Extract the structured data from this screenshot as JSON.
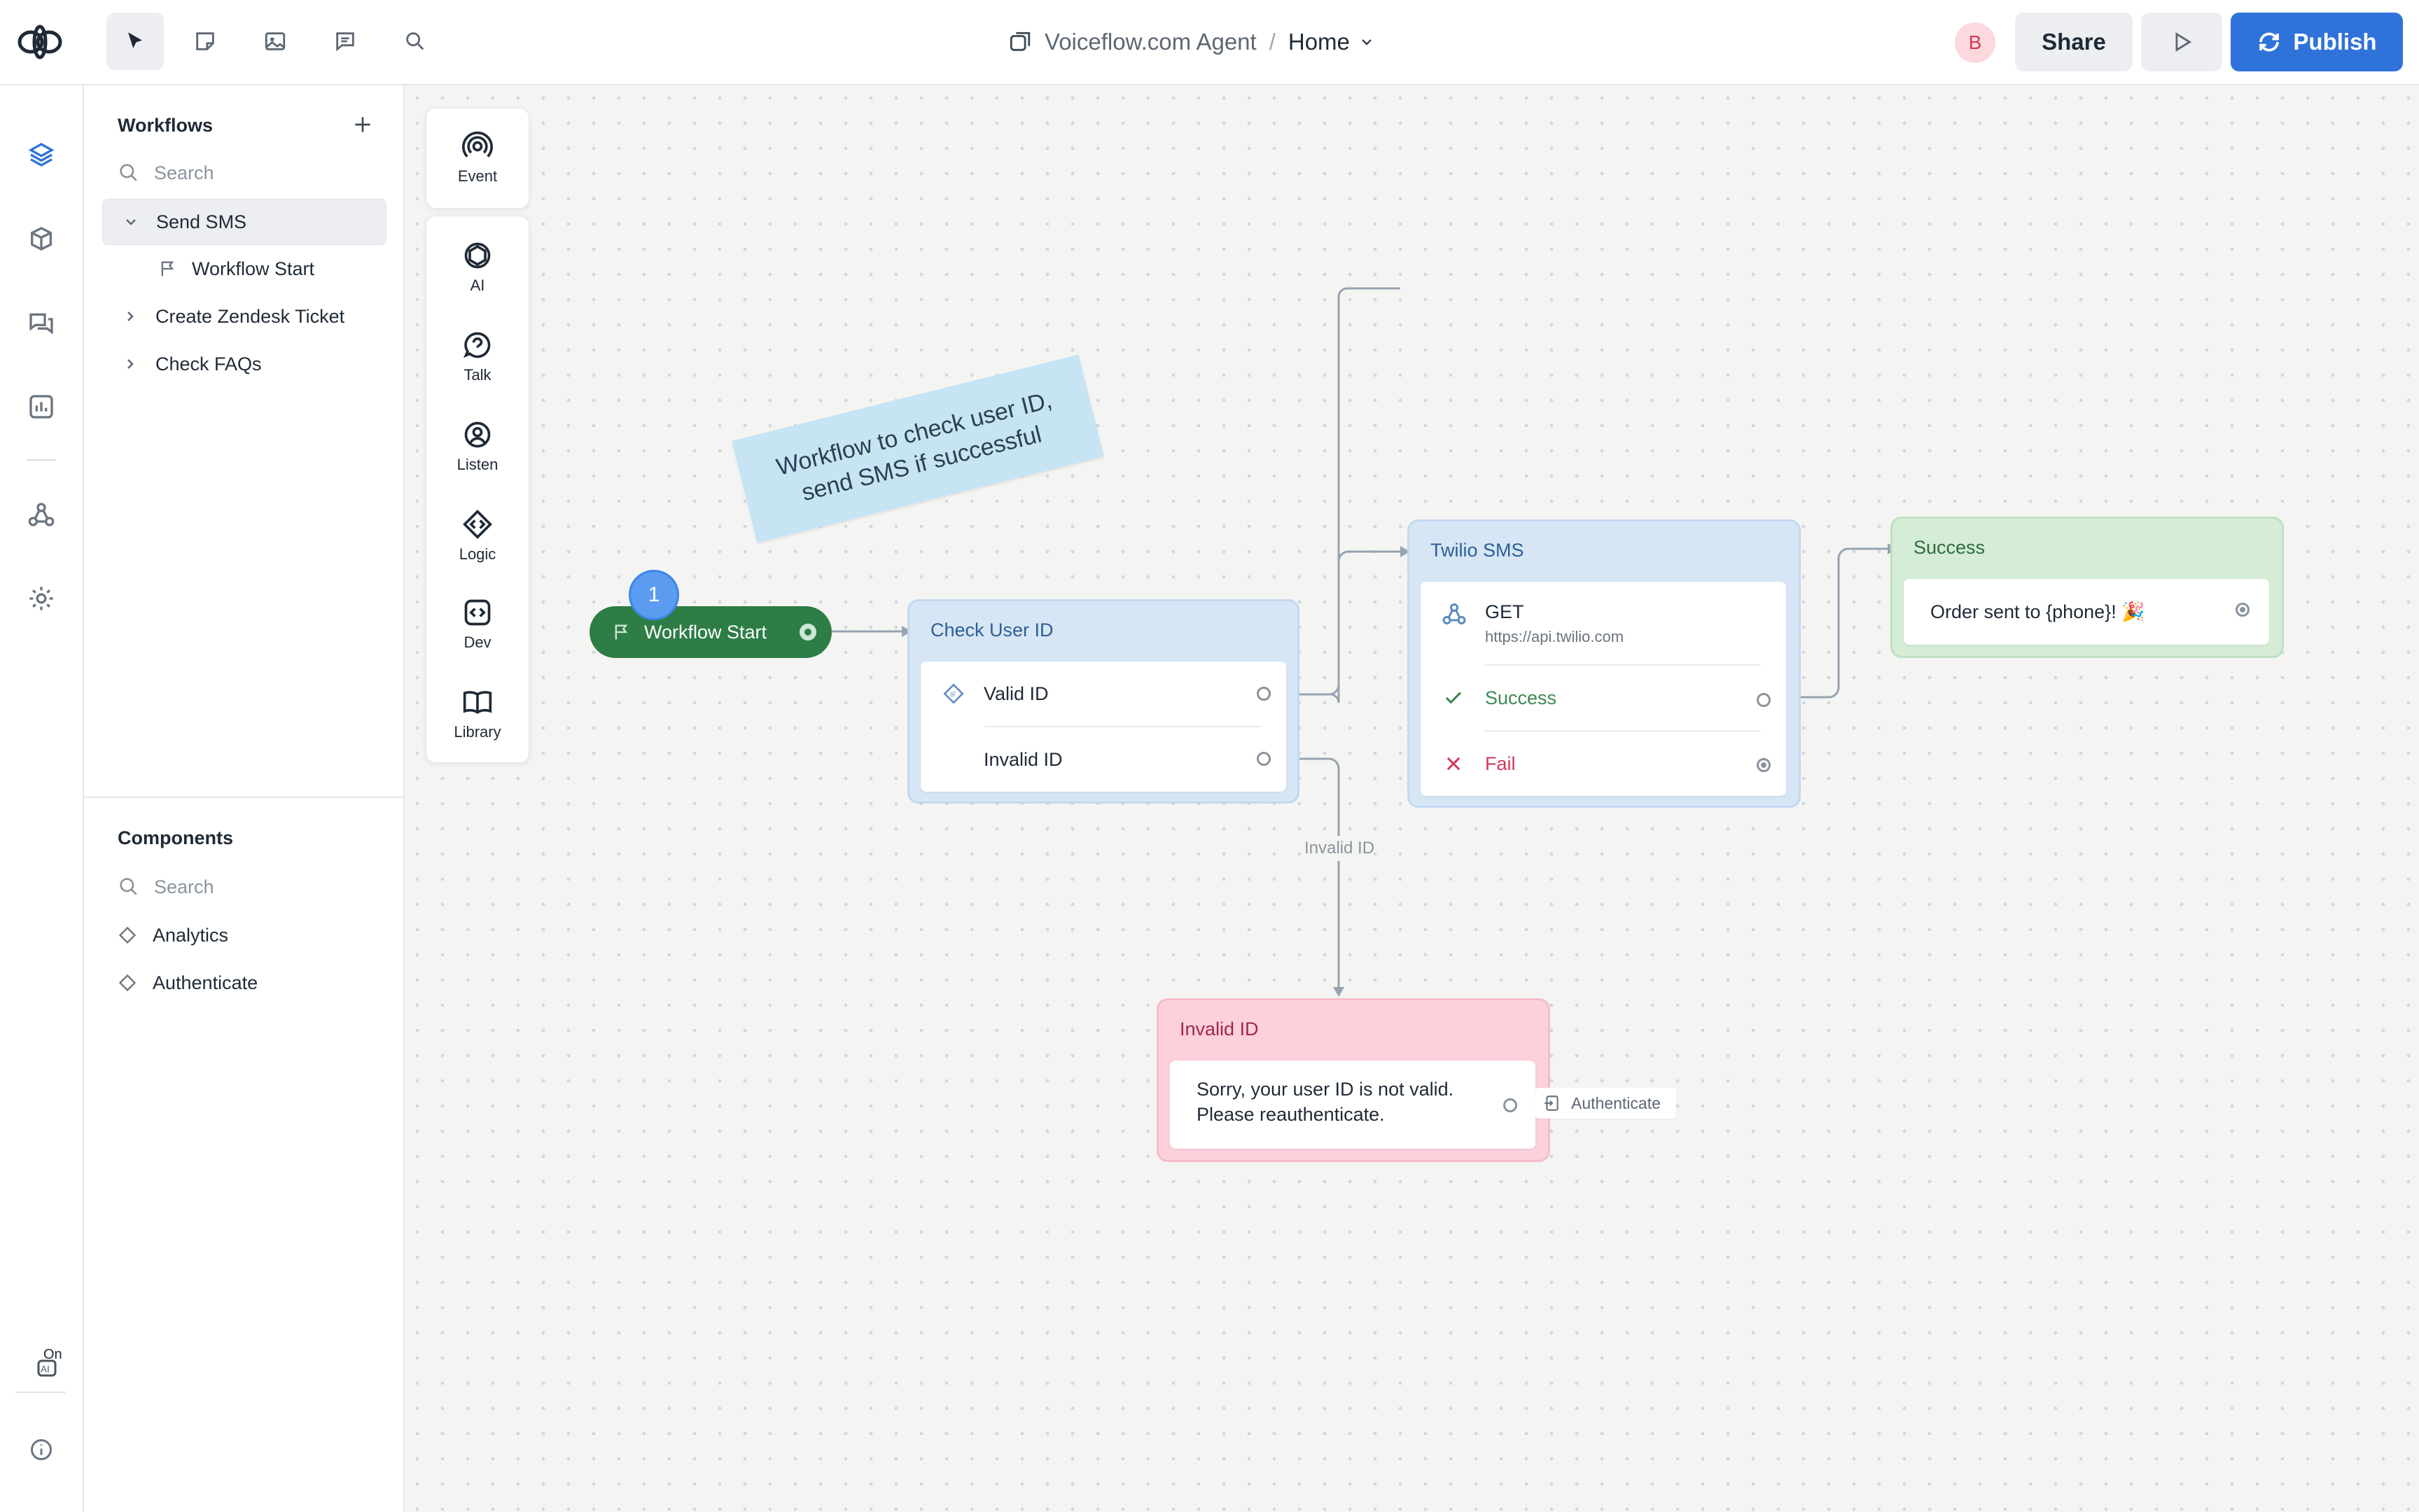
{
  "header": {
    "project": "Voiceflow.com Agent",
    "separator": "/",
    "page": "Home",
    "avatar_initial": "B",
    "share_label": "Share",
    "publish_label": "Publish"
  },
  "workflows": {
    "title": "Workflows",
    "search_placeholder": "Search",
    "items": [
      {
        "label": "Send SMS",
        "expanded": true,
        "selected": true
      },
      {
        "label": "Workflow Start",
        "child": true
      },
      {
        "label": "Create Zendesk Ticket",
        "expanded": false
      },
      {
        "label": "Check FAQs",
        "expanded": false
      }
    ]
  },
  "components": {
    "title": "Components",
    "search_placeholder": "Search",
    "items": [
      {
        "label": "Analytics"
      },
      {
        "label": "Authenticate"
      }
    ]
  },
  "palette": {
    "event": "Event",
    "ai": "AI",
    "talk": "Talk",
    "listen": "Listen",
    "logic": "Logic",
    "dev": "Dev",
    "library": "Library"
  },
  "canvas": {
    "note": "Workflow to check user ID, send SMS if successful",
    "start": {
      "badge": "1",
      "label": "Workflow Start"
    },
    "check_user": {
      "title": "Check User ID",
      "rows": [
        "Valid ID",
        "Invalid ID"
      ]
    },
    "twilio": {
      "title": "Twilio SMS",
      "method": "GET",
      "url": "https://api.twilio.com",
      "success": "Success",
      "fail": "Fail"
    },
    "success": {
      "title": "Success",
      "message": "Order sent to {phone}! 🎉"
    },
    "invalid": {
      "title": "Invalid ID",
      "message_line1": "Sorry, your user ID is not valid.",
      "message_line2": "Please reauthenticate."
    },
    "edge_label": "Invalid ID",
    "authenticate_link": "Authenticate"
  },
  "rail": {
    "ai_toggle": "On"
  },
  "colors": {
    "publish": "#2f73da",
    "start_node": "#2e7d46",
    "blue_node": "#d7e6f5",
    "green_node": "#d5ecd6",
    "pink_node": "#fcd1db",
    "note": "#c6e4f4"
  }
}
